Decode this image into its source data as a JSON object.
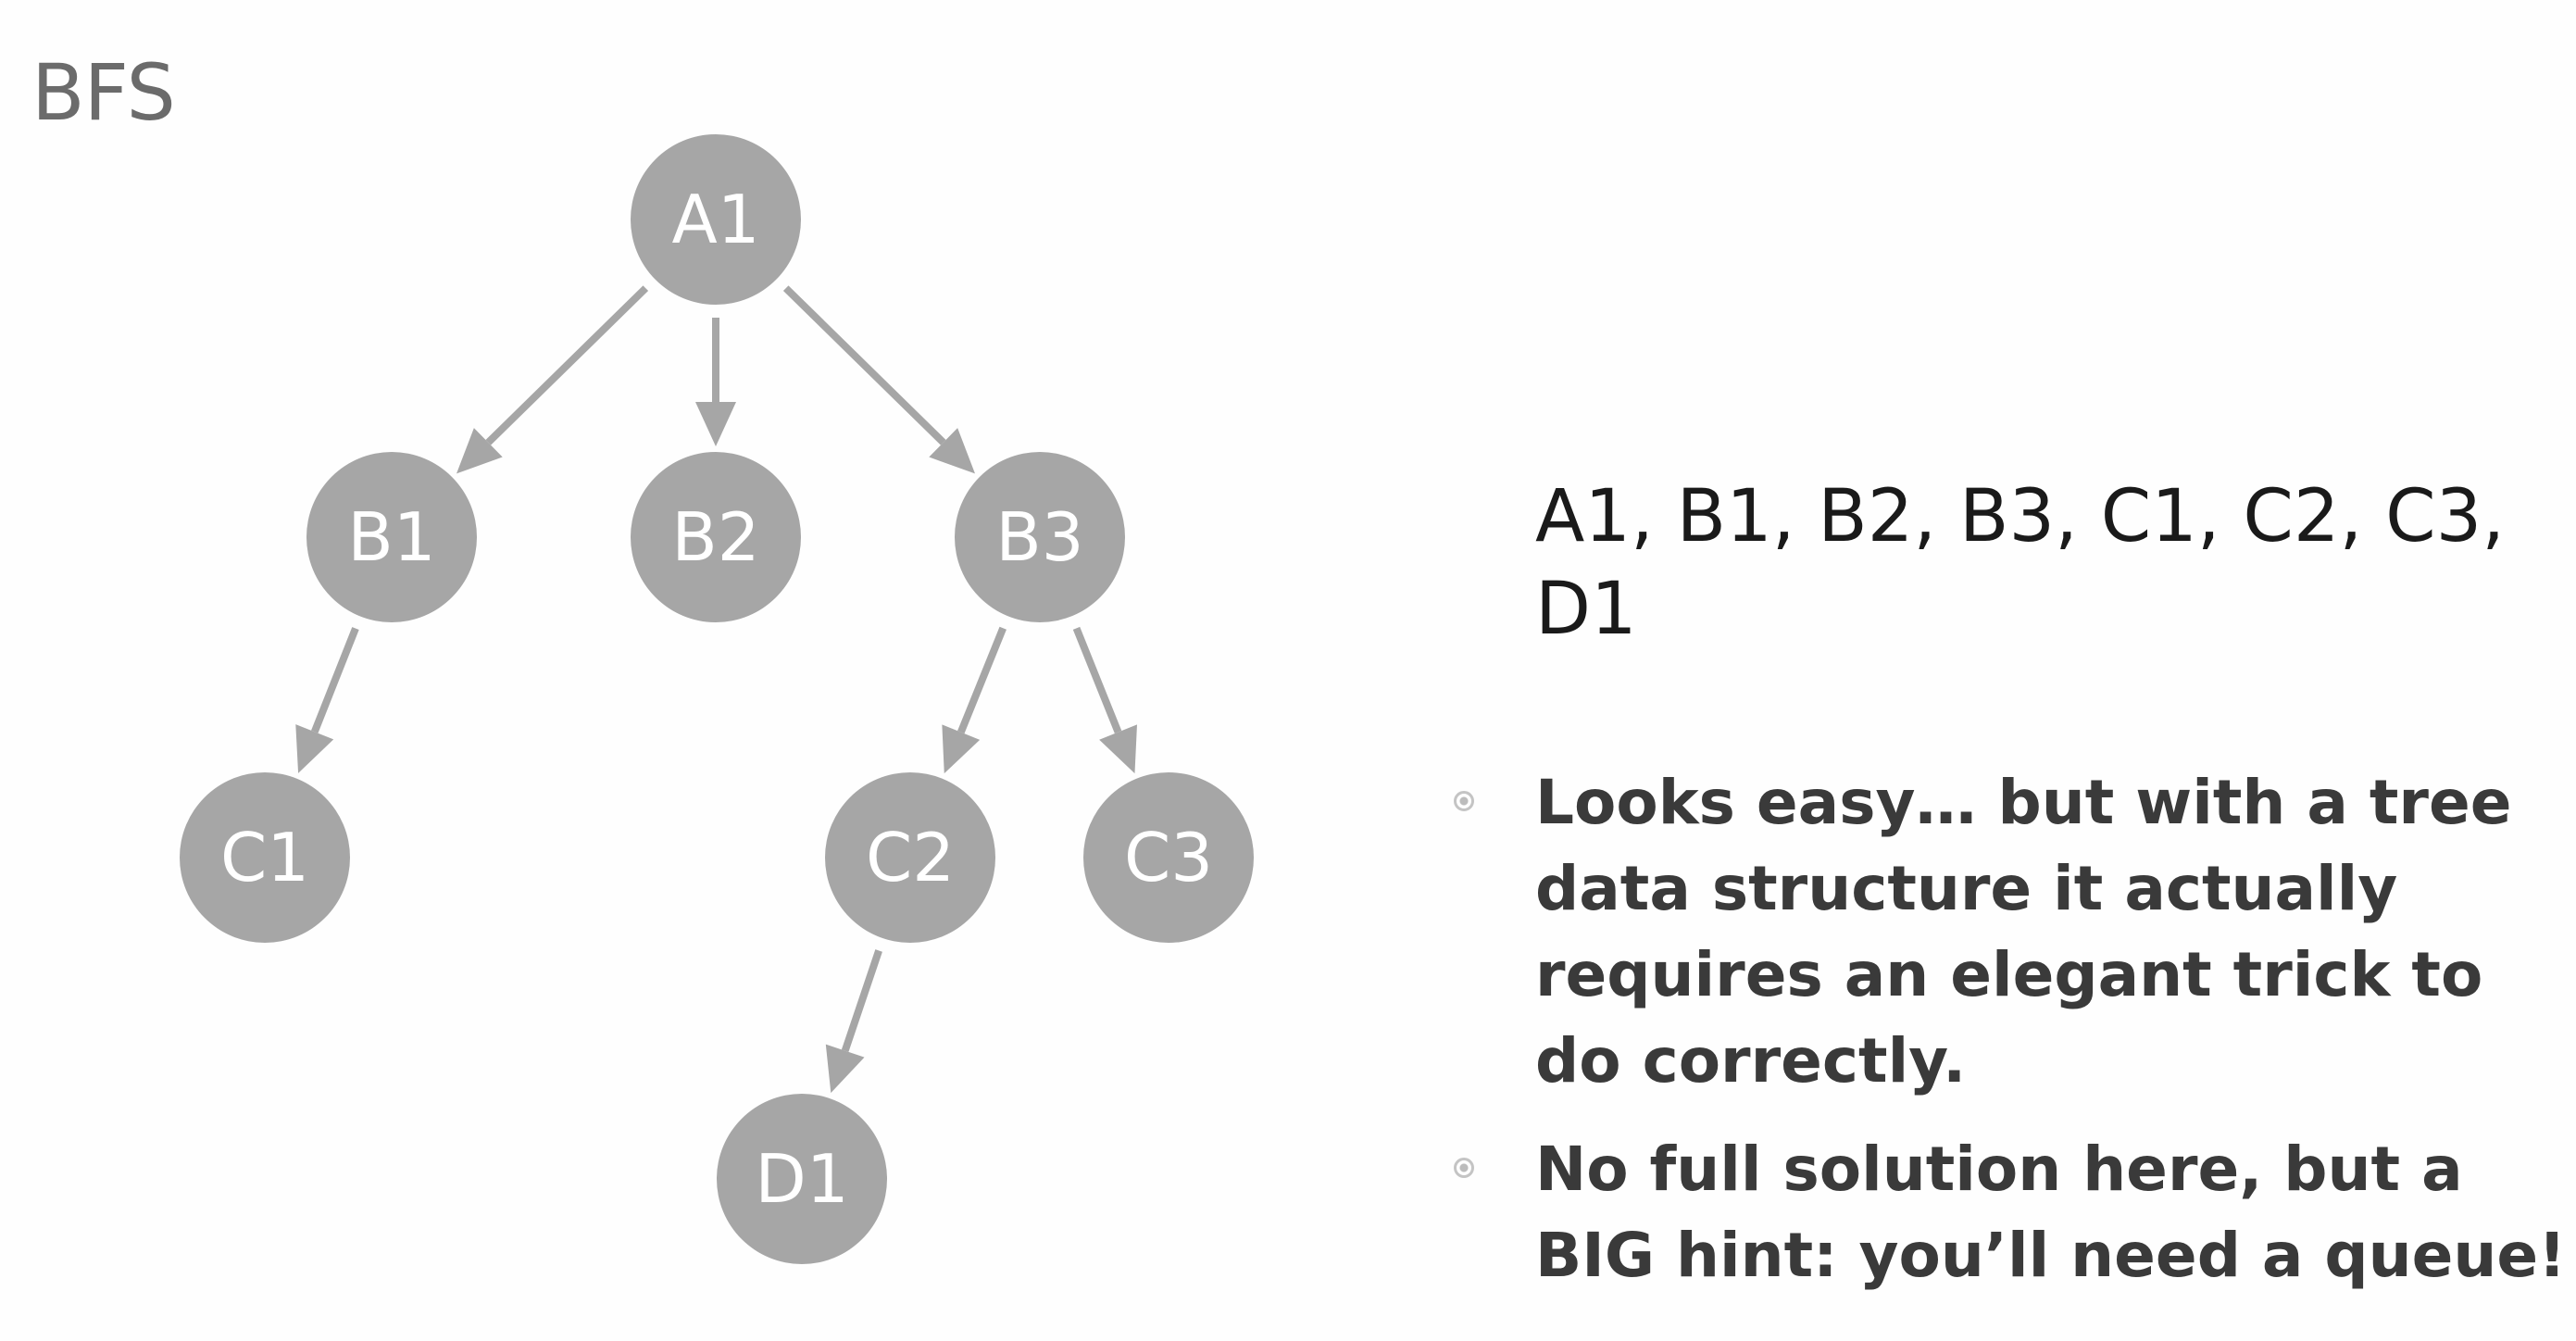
{
  "slide": {
    "title": "BFS"
  },
  "tree": {
    "nodes": [
      {
        "id": "A1",
        "label": "A1"
      },
      {
        "id": "B1",
        "label": "B1"
      },
      {
        "id": "B2",
        "label": "B2"
      },
      {
        "id": "B3",
        "label": "B3"
      },
      {
        "id": "C1",
        "label": "C1"
      },
      {
        "id": "C2",
        "label": "C2"
      },
      {
        "id": "C3",
        "label": "C3"
      },
      {
        "id": "D1",
        "label": "D1"
      }
    ],
    "edges": [
      {
        "from": "A1",
        "to": "B1"
      },
      {
        "from": "A1",
        "to": "B2"
      },
      {
        "from": "A1",
        "to": "B3"
      },
      {
        "from": "B1",
        "to": "C1"
      },
      {
        "from": "B3",
        "to": "C2"
      },
      {
        "from": "B3",
        "to": "C3"
      },
      {
        "from": "C2",
        "to": "D1"
      }
    ],
    "node_color": "#a6a6a6",
    "label_color": "#ffffff"
  },
  "traversal_order": "A1, B1, B2, B3, C1, C2, C3, D1",
  "bullets": [
    {
      "text": "Looks easy… but with a tree data structure it actually requires an elegant trick to do correctly."
    },
    {
      "text": "No full solution here, but a BIG hint: you’ll need a queue!"
    }
  ]
}
